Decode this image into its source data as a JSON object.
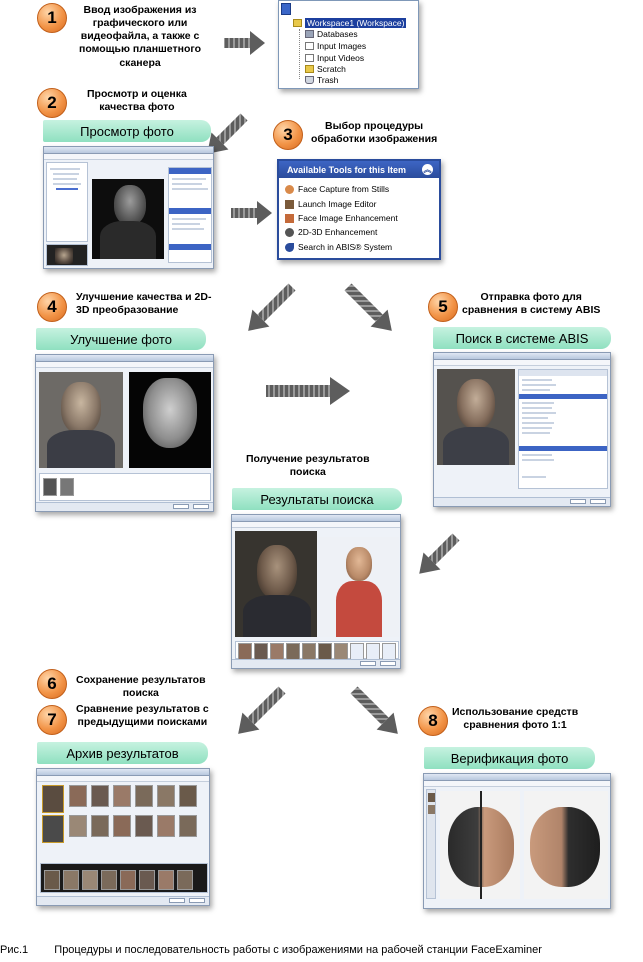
{
  "steps": [
    {
      "num": "1",
      "text": "Ввод изображения из\nграфического или\nвидеофайла, а также с\nпомощью планшетного\nсканера"
    },
    {
      "num": "2",
      "text": "Просмотр и оценка\nкачества фото"
    },
    {
      "num": "3",
      "text": "Выбор процедуры\nобработки изображения"
    },
    {
      "num": "4",
      "text": "Улучшение качества и 2D-\n3D преобразование"
    },
    {
      "num": "5",
      "text": "Отправка фото для\nсравнения в систему ABIS"
    },
    {
      "num": "6",
      "text": "Сохранение результатов\nпоиска"
    },
    {
      "num": "7",
      "text": "Сравнение результатов с\nпредыдущими поисками"
    },
    {
      "num": "8",
      "text": "Использование средств\nсравнения фото 1:1"
    }
  ],
  "results_caption": "Получение результатов\nпоиска",
  "panels": {
    "view": "Просмотр  фото",
    "enhance": "Улучшение фото",
    "search": "Поиск в системе ABIS",
    "results": "Результаты поиска",
    "archive": "Архив результатов",
    "verify": "Верификация фото"
  },
  "workspace_tree": {
    "root": "Workspace1 (Workspace)",
    "items": [
      "Databases",
      "Input Images",
      "Input Videos",
      "Scratch",
      "Trash"
    ]
  },
  "tools_panel": {
    "title": "Available Tools for this Item",
    "items": [
      "Face Capture from Stills",
      "Launch Image Editor",
      "Face Image Enhancement",
      "2D-3D Enhancement",
      "Search in ABIS® System"
    ]
  },
  "footer": {
    "fig": "Рис.1",
    "text": "Процедуры и последовательность работы с изображениями на рабочей станции FaceExaminer"
  }
}
